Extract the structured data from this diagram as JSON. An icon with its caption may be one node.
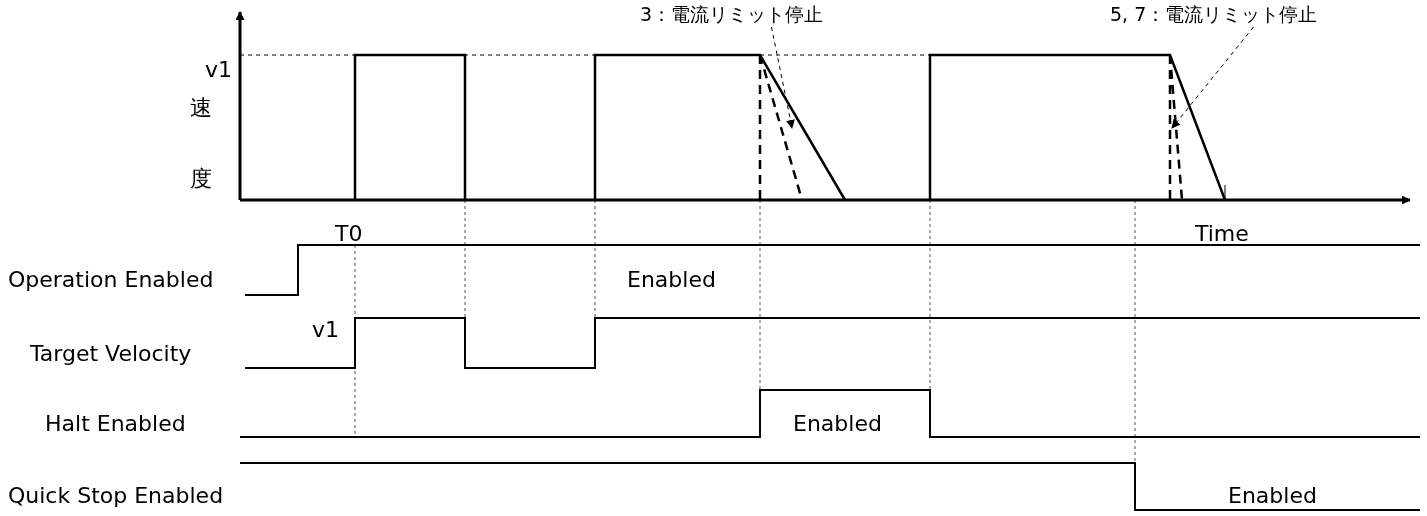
{
  "diagram": {
    "nodes": [
      {
        "text": [
          "3：電流リミット停止"
        ]
      },
      {
        "text": [
          "5, 7：電流リミット停止"
        ]
      }
    ],
    "edges": [
      {
        "from": 0,
        "to": null,
        "arrow": "to",
        "style": "dashed"
      },
      {
        "from": 1,
        "to": null,
        "arrow": "to",
        "style": "dashed"
      }
    ],
    "labels": [
      "v1",
      "速度",
      "T0",
      "Time",
      "Operation Enabled",
      "Enabled",
      "Target Velocity",
      "v1",
      "Halt Enabled",
      "Enabled",
      "Quick Stop Enabled",
      "Enabled"
    ]
  }
}
